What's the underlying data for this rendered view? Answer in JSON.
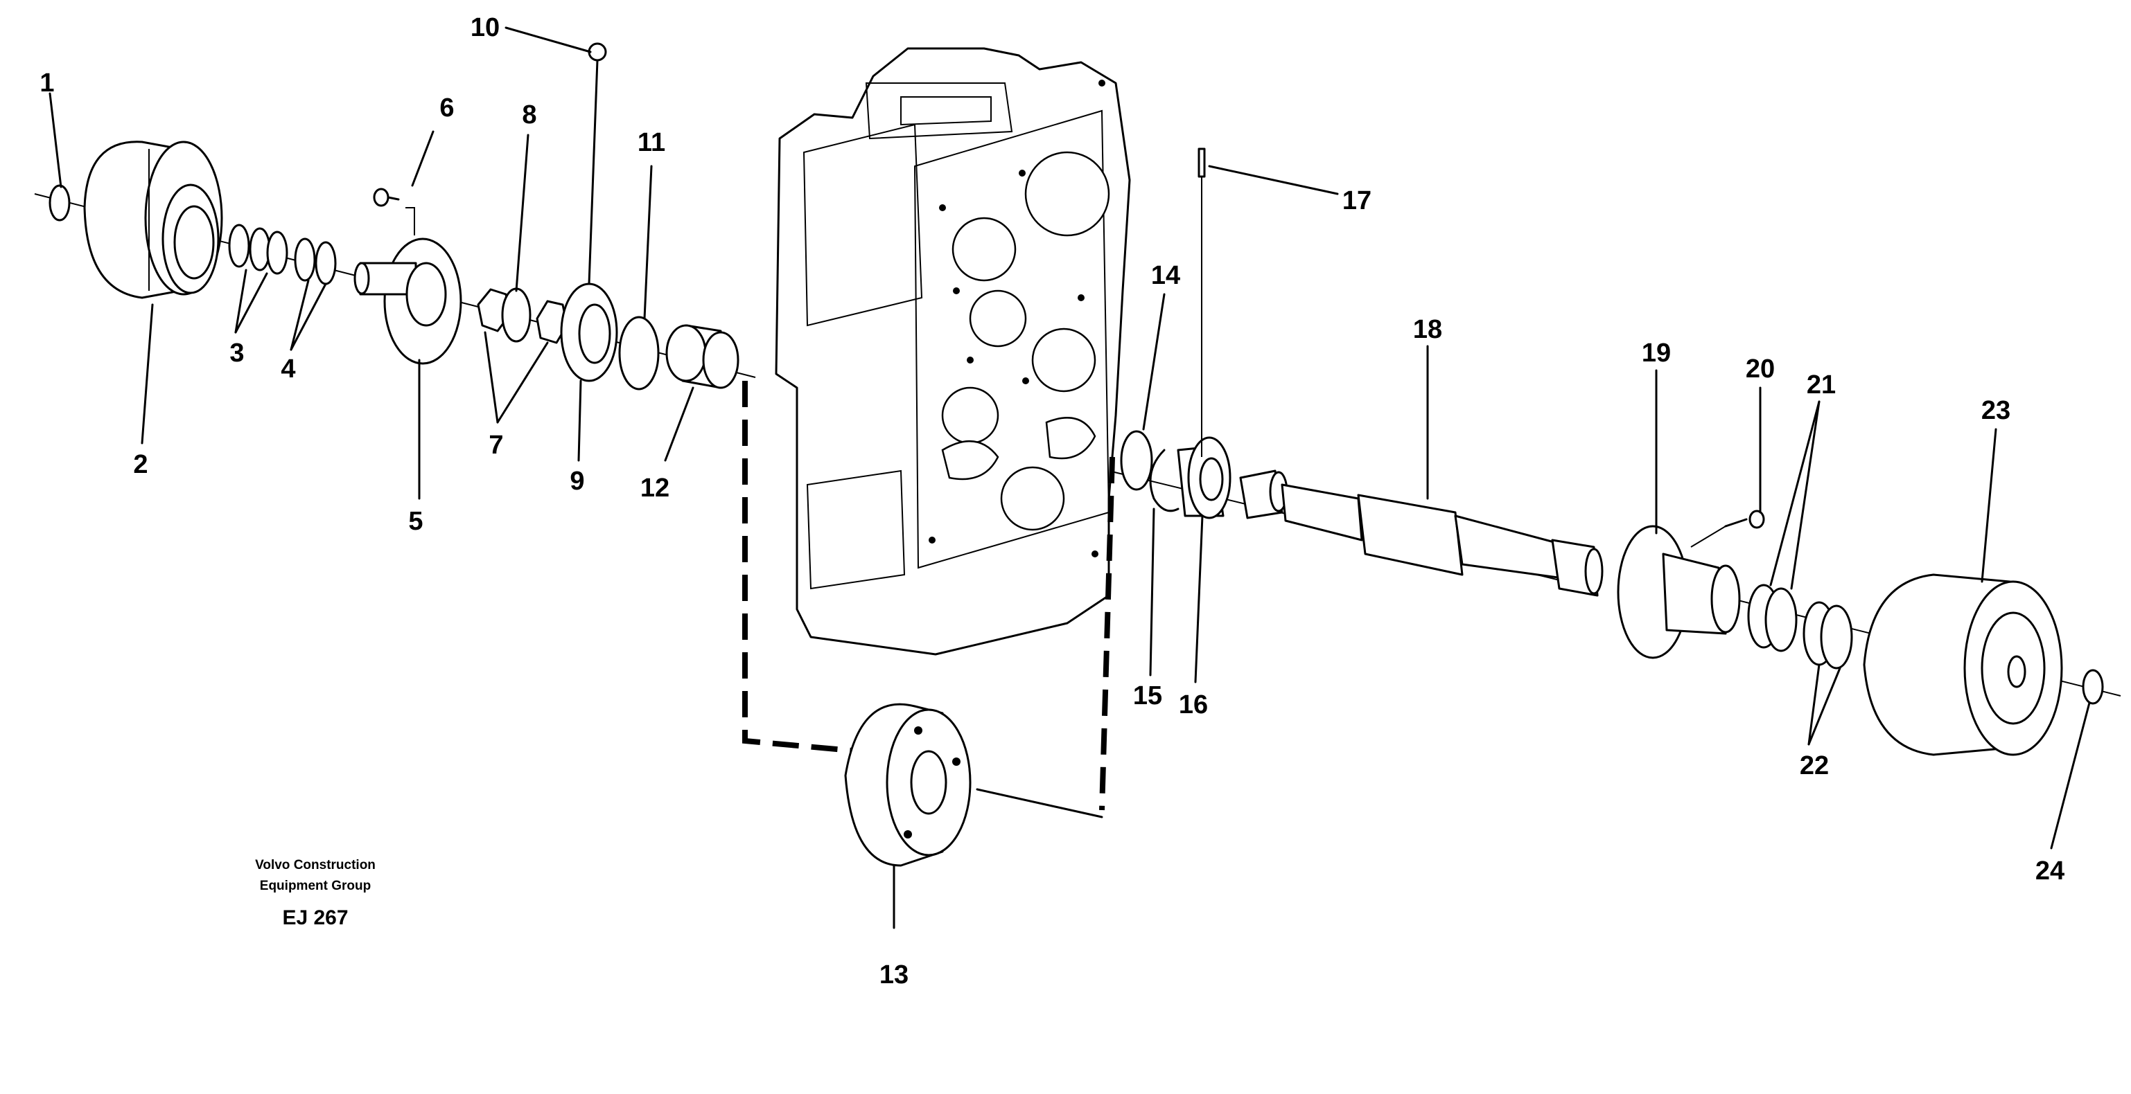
{
  "drawing": {
    "caption_line1": "Volvo Construction",
    "caption_line2": "Equipment Group",
    "drawing_id": "EJ 267"
  },
  "callouts": [
    "1",
    "2",
    "3",
    "4",
    "5",
    "6",
    "7",
    "8",
    "9",
    "10",
    "11",
    "12",
    "13",
    "14",
    "15",
    "16",
    "17",
    "18",
    "19",
    "20",
    "21",
    "22",
    "23",
    "24"
  ]
}
